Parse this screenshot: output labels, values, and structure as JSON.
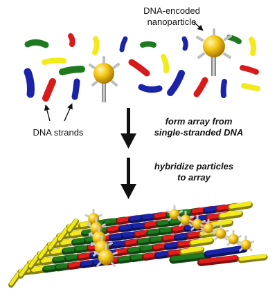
{
  "labels": {
    "nanoparticle_line1": "DNA-encoded",
    "nanoparticle_line2": "nanoparticle",
    "strands": "DNA strands",
    "step1_line1": "form array from",
    "step1_line2": "single-stranded DNA",
    "step2_line1": "hybridize particles",
    "step2_line2": "to array"
  },
  "colors": {
    "red": "#e21b1b",
    "green": "#1f7a1f",
    "blue": "#1a24a8",
    "yellow": "#f2ea1a",
    "gold": "#f2c21a",
    "gray": "#9a9a9a"
  }
}
